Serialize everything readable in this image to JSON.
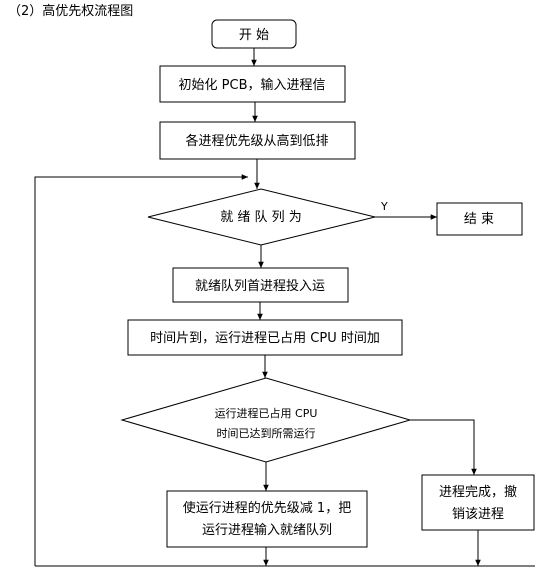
{
  "title": "（2）高优先权流程图",
  "nodes": {
    "start": "开  始",
    "init": "初始化 PCB，输入进程信",
    "sort": "各进程优先级从高到低排",
    "check_ready": "就  绪  队  列  为",
    "end": "结  束",
    "dispatch": "就绪队列首进程投入运",
    "time_slice": "时间片到，运行进程已占用 CPU 时间加",
    "check_cpu_line1": "运行进程已占用 CPU",
    "check_cpu_line2": "时间已达到所需运行",
    "decrease_line1": "使运行进程的优先级减 1，把",
    "decrease_line2": "运行进程输入就绪队列",
    "finish_line1": "进程完成，撤",
    "finish_line2": "销该进程"
  },
  "edge_labels": {
    "yes": "Y"
  }
}
